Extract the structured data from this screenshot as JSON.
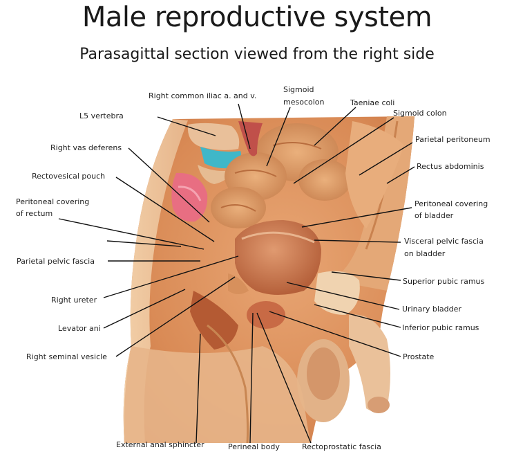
{
  "title": "Male reproductive system",
  "subtitle": "Parasagittal section viewed from the right side",
  "labels": {
    "right_common_iliac": "Right common iliac a. and v.",
    "sigmoid_mesocolon_1": "Sigmoid",
    "sigmoid_mesocolon_2": "mesocolon",
    "taeniae_coli": "Taeniae coli",
    "sigmoid_colon": "Sigmoid colon",
    "l5_vertebra": "L5 vertebra",
    "parietal_peritoneum": "Parietal peritoneum",
    "right_vas_deferens": "Right vas deferens",
    "rectus_abdominis": "Rectus abdominis",
    "rectovesical_pouch": "Rectovesical pouch",
    "peritoneal_covering_rectum_1": "Peritoneal covering",
    "peritoneal_covering_rectum_2": "of rectum",
    "peritoneal_covering_bladder_1": "Peritoneal covering",
    "peritoneal_covering_bladder_2": "of bladder",
    "visceral_pelvic_fascia_1": "Visceral pelvic fascia",
    "visceral_pelvic_fascia_2": "on bladder",
    "parietal_pelvic_fascia": "Parietal pelvic fascia",
    "superior_pubic_ramus": "Superior pubic ramus",
    "right_ureter": "Right ureter",
    "urinary_bladder": "Urinary bladder",
    "levator_ani": "Levator ani",
    "inferior_pubic_ramus": "Inferior pubic ramus",
    "right_seminal_vesicle": "Right seminal vesicle",
    "prostate": "Prostate",
    "external_anal_sphincter": "External anal sphincter",
    "perineal_body": "Perineal body",
    "rectoprostatic_fascia": "Rectoprostatic fascia"
  },
  "colors": {
    "skin": "#e9b98c",
    "tissue": "#d98a55",
    "muscle": "#b45a33",
    "bladder": "#c7744a",
    "bowel": "#dc9a62",
    "vertebra_disc": "#3fb7c8",
    "rectum_pink": "#e86e82",
    "line": "#111111"
  }
}
